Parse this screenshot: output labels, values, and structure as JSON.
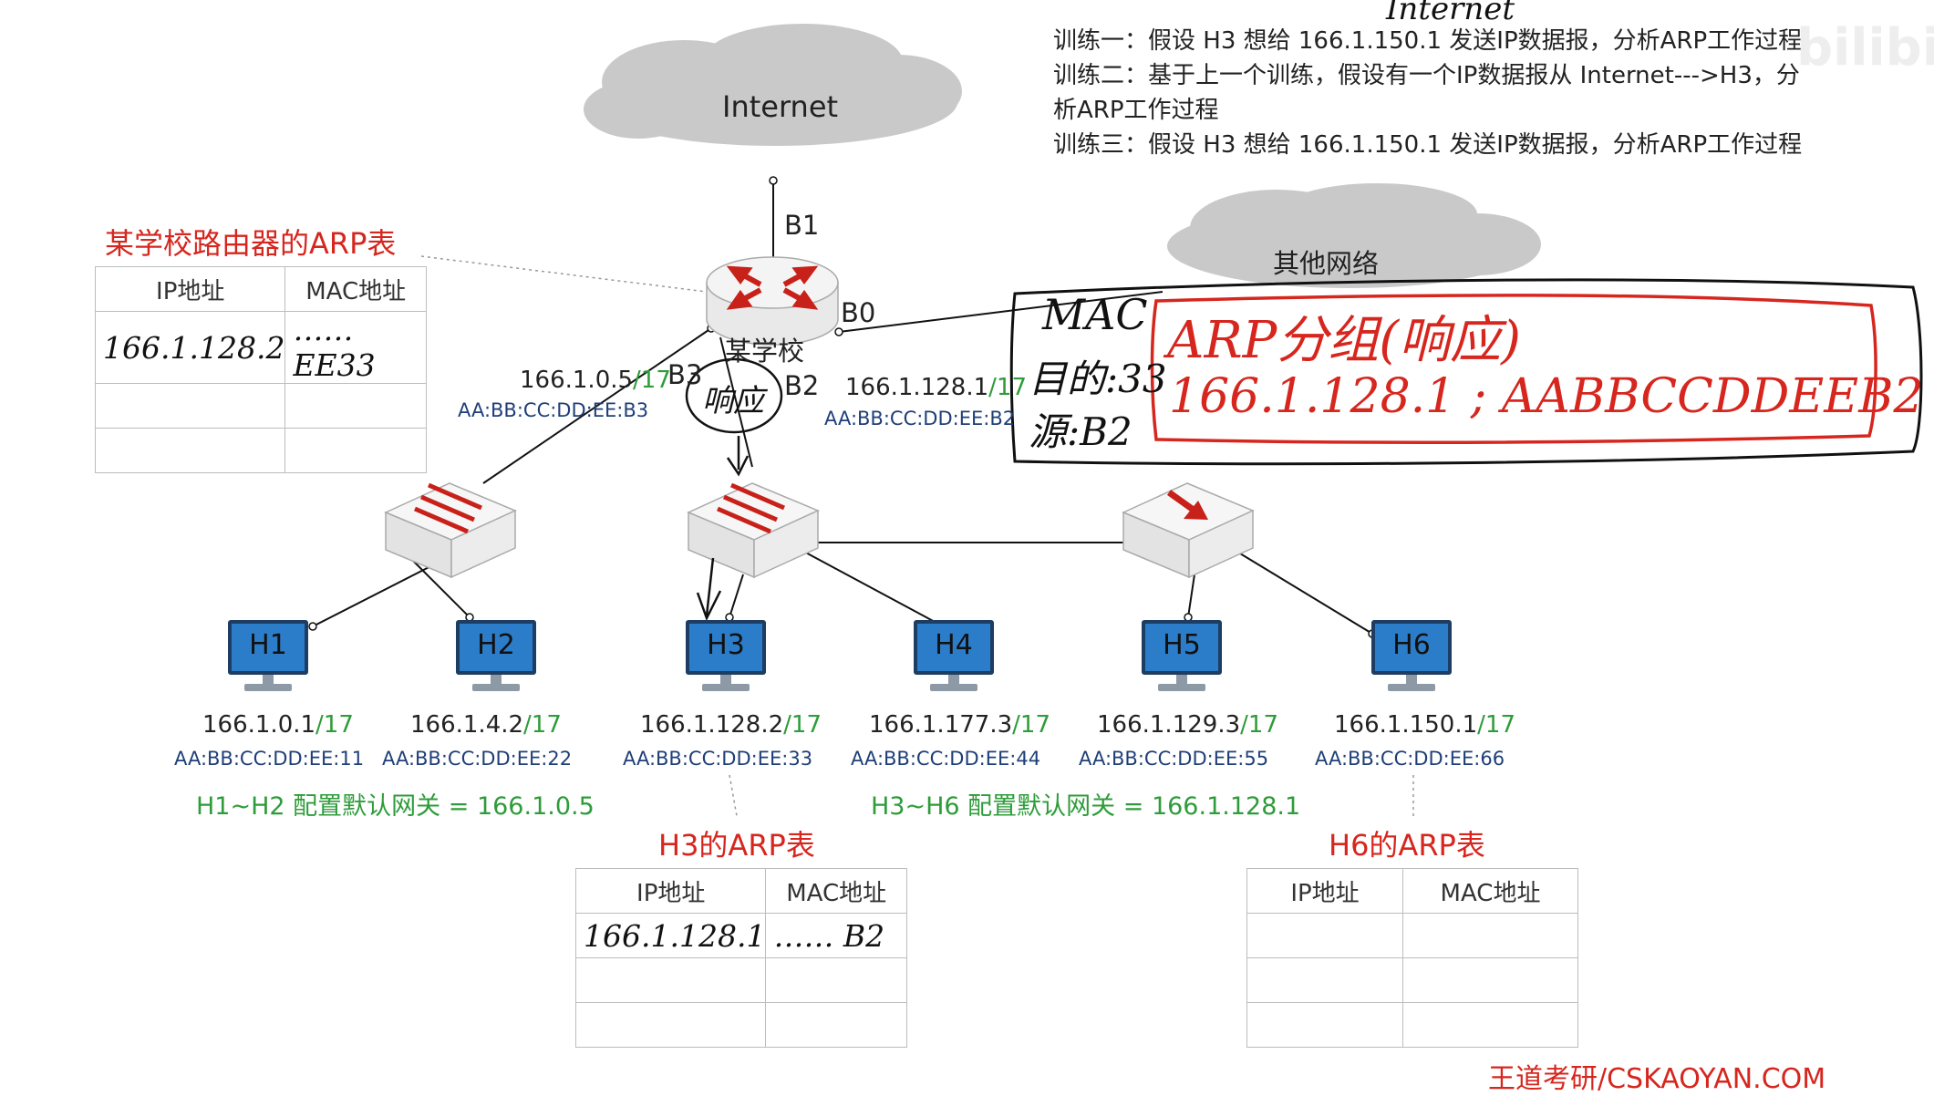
{
  "tasks": [
    "训练一：假设 H3 想给 166.1.150.1 发送IP数据报，分析ARP工作过程",
    "训练二：基于上一个训练，假设有一个IP数据报从 Internet--->H3，分",
    "析ARP工作过程",
    "训练三：假设 H3 想给 166.1.150.1 发送IP数据报，分析ARP工作过程"
  ],
  "handwritten_internet": "Internet",
  "clouds": {
    "internet": "Internet",
    "other": "其他网络"
  },
  "router": {
    "name": "某学校",
    "ports": {
      "b0": "B0",
      "b1": "B1",
      "b2": "B2",
      "b3": "B3"
    },
    "b3_ip": "166.1.0.5",
    "b3_mask": "/17",
    "b3_mac": "AA:BB:CC:DD:EE:B3",
    "b2_ip": "166.1.128.1",
    "b2_mask": "/17",
    "b2_mac": "AA:BB:CC:DD:EE:B2"
  },
  "router_arp": {
    "title": "某学校路由器的ARP表",
    "headers": [
      "IP地址",
      "MAC地址"
    ],
    "rows": [
      [
        "166.1.128.2",
        "……EE33"
      ],
      [
        "",
        ""
      ],
      [
        "",
        ""
      ]
    ]
  },
  "hosts": [
    {
      "name": "H1",
      "ip": "166.1.0.1",
      "mask": "/17",
      "mac": "AA:BB:CC:DD:EE:11"
    },
    {
      "name": "H2",
      "ip": "166.1.4.2",
      "mask": "/17",
      "mac": "AA:BB:CC:DD:EE:22"
    },
    {
      "name": "H3",
      "ip": "166.1.128.2",
      "mask": "/17",
      "mac": "AA:BB:CC:DD:EE:33"
    },
    {
      "name": "H4",
      "ip": "166.1.177.3",
      "mask": "/17",
      "mac": "AA:BB:CC:DD:EE:44"
    },
    {
      "name": "H5",
      "ip": "166.1.129.3",
      "mask": "/17",
      "mac": "AA:BB:CC:DD:EE:55"
    },
    {
      "name": "H6",
      "ip": "166.1.150.1",
      "mask": "/17",
      "mac": "AA:BB:CC:DD:EE:66"
    }
  ],
  "gateways": {
    "left": "H1~H2 配置默认网关 = 166.1.0.5",
    "right": "H3~H6 配置默认网关 = 166.1.128.1"
  },
  "h3_arp": {
    "title": "H3的ARP表",
    "headers": [
      "IP地址",
      "MAC地址"
    ],
    "rows": [
      [
        "166.1.128.1",
        "…… B2"
      ],
      [
        "",
        ""
      ],
      [
        "",
        ""
      ]
    ]
  },
  "h6_arp": {
    "title": "H6的ARP表",
    "headers": [
      "IP地址",
      "MAC地址"
    ],
    "rows": [
      [
        "",
        ""
      ],
      [
        "",
        ""
      ],
      [
        "",
        ""
      ]
    ]
  },
  "annotation": {
    "bubble": "响应",
    "mac_label": "MAC",
    "dst": "目的:33",
    "src": "源:B2",
    "packet_title": "ARP分组(响应)",
    "packet_body": "166.1.128.1 ; AABBCCDDEEB2"
  },
  "footer": "王道考研/CSKAOYAN.COM",
  "watermark": "bilibili",
  "colors": {
    "red": "#d6261e",
    "green": "#2e9c3a",
    "host_blue": "#2c7dc9",
    "mac_blue": "#1f3f78"
  }
}
